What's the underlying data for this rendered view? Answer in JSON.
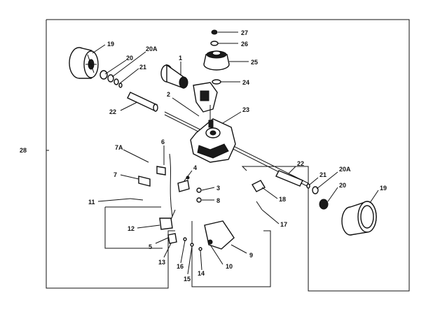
{
  "callouts": [
    {
      "id": "c27",
      "text": "27"
    },
    {
      "id": "c26",
      "text": "26"
    },
    {
      "id": "c25",
      "text": "25"
    },
    {
      "id": "c24",
      "text": "24"
    },
    {
      "id": "c23",
      "text": "23"
    },
    {
      "id": "c1",
      "text": "1"
    },
    {
      "id": "c2",
      "text": "2"
    },
    {
      "id": "c19a",
      "text": "19"
    },
    {
      "id": "c20a",
      "text": "20"
    },
    {
      "id": "c20Aa",
      "text": "20A"
    },
    {
      "id": "c21a",
      "text": "21"
    },
    {
      "id": "c22a",
      "text": "22"
    },
    {
      "id": "c28",
      "text": "28"
    },
    {
      "id": "c7A",
      "text": "7A"
    },
    {
      "id": "c6",
      "text": "6"
    },
    {
      "id": "c7",
      "text": "7"
    },
    {
      "id": "c4",
      "text": "4"
    },
    {
      "id": "c3",
      "text": "3"
    },
    {
      "id": "c8",
      "text": "8"
    },
    {
      "id": "c11",
      "text": "11"
    },
    {
      "id": "c12",
      "text": "12"
    },
    {
      "id": "c5",
      "text": "5"
    },
    {
      "id": "c13",
      "text": "13"
    },
    {
      "id": "c16",
      "text": "16"
    },
    {
      "id": "c15",
      "text": "15"
    },
    {
      "id": "c14",
      "text": "14"
    },
    {
      "id": "c10",
      "text": "10"
    },
    {
      "id": "c9",
      "text": "9"
    },
    {
      "id": "c22b",
      "text": "22"
    },
    {
      "id": "c21b",
      "text": "21"
    },
    {
      "id": "c20Ab",
      "text": "20A"
    },
    {
      "id": "c20b",
      "text": "20"
    },
    {
      "id": "c19b",
      "text": "19"
    },
    {
      "id": "c18",
      "text": "18"
    },
    {
      "id": "c17",
      "text": "17"
    }
  ]
}
